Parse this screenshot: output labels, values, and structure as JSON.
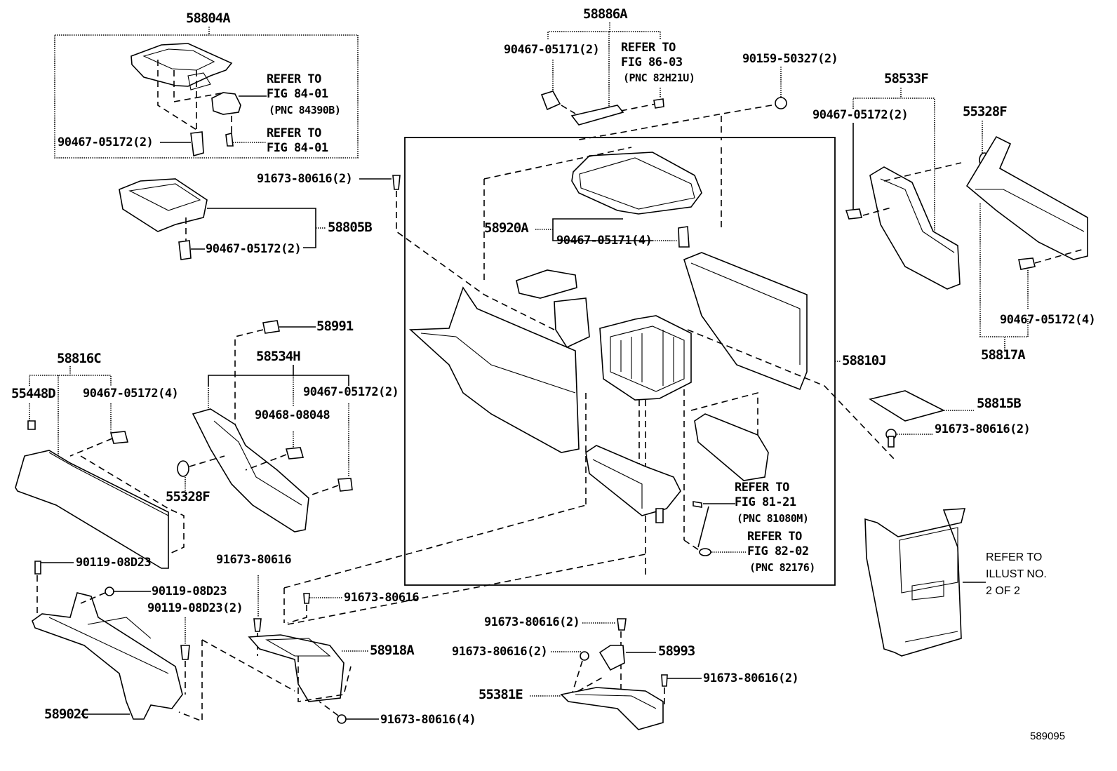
{
  "figure_number": "589095",
  "callouts": {
    "c58804A": "58804A",
    "c58804A_clip": "90467-05172(2)",
    "c58804A_ref1_line1": "REFER TO",
    "c58804A_ref1_line2": "FIG 84-01",
    "c58804A_ref1_pnc": "(PNC 84390B)",
    "c58804A_ref2_line1": "REFER TO",
    "c58804A_ref2_line2": "FIG 84-01",
    "c58886A": "58886A",
    "c58886A_clip": "90467-05171(2)",
    "c58886A_ref_line1": "REFER TO",
    "c58886A_ref_line2": "FIG 86-03",
    "c58886A_ref_pnc": "(PNC 82H21U)",
    "c90159": "90159-50327(2)",
    "c58533F": "58533F",
    "c58533F_clip": "90467-05172(2)",
    "c55328F_right": "55328F",
    "c58817A_clip": "90467-05172(4)",
    "c58817A": "58817A",
    "c91673_top": "91673-80616(2)",
    "c58805B": "58805B",
    "c58805B_clip": "90467-05172(2)",
    "c58920A": "58920A",
    "c58920A_clip": "90467-05171(4)",
    "c58810J": "58810J",
    "c58991": "58991",
    "c58534H": "58534H",
    "c58534H_clip": "90467-05172(2)",
    "c58534H_90468": "90468-08048",
    "c58816C": "58816C",
    "c55448D": "55448D",
    "c58816C_clip": "90467-05172(4)",
    "c55328F_left": "55328F",
    "c58815B": "58815B",
    "c91673_right": "91673-80616(2)",
    "c81_ref_line1": "REFER TO",
    "c81_ref_line2": "FIG 81-21",
    "c81_ref_pnc": "(PNC 81080M)",
    "c82_ref_line1": "REFER TO",
    "c82_ref_line2": "FIG 82-02",
    "c82_ref_pnc": "(PNC 82176)",
    "illust_ref_line1": "REFER TO",
    "illust_ref_line2": "ILLUST NO.",
    "illust_ref_line3": "2 OF 2",
    "c90119_a": "90119-08D23",
    "c90119_b": "90119-08D23",
    "c90119_c": "90119-08D23(2)",
    "c58902C": "58902C",
    "c91673_mid1": "91673-80616",
    "c91673_mid2": "91673-80616",
    "c58918A": "58918A",
    "c91673_bot4": "91673-80616(4)",
    "c91673_b1": "91673-80616(2)",
    "c91673_b2": "91673-80616(2)",
    "c58993": "58993",
    "c55381E": "55381E",
    "c91673_b3": "91673-80616(2)"
  }
}
